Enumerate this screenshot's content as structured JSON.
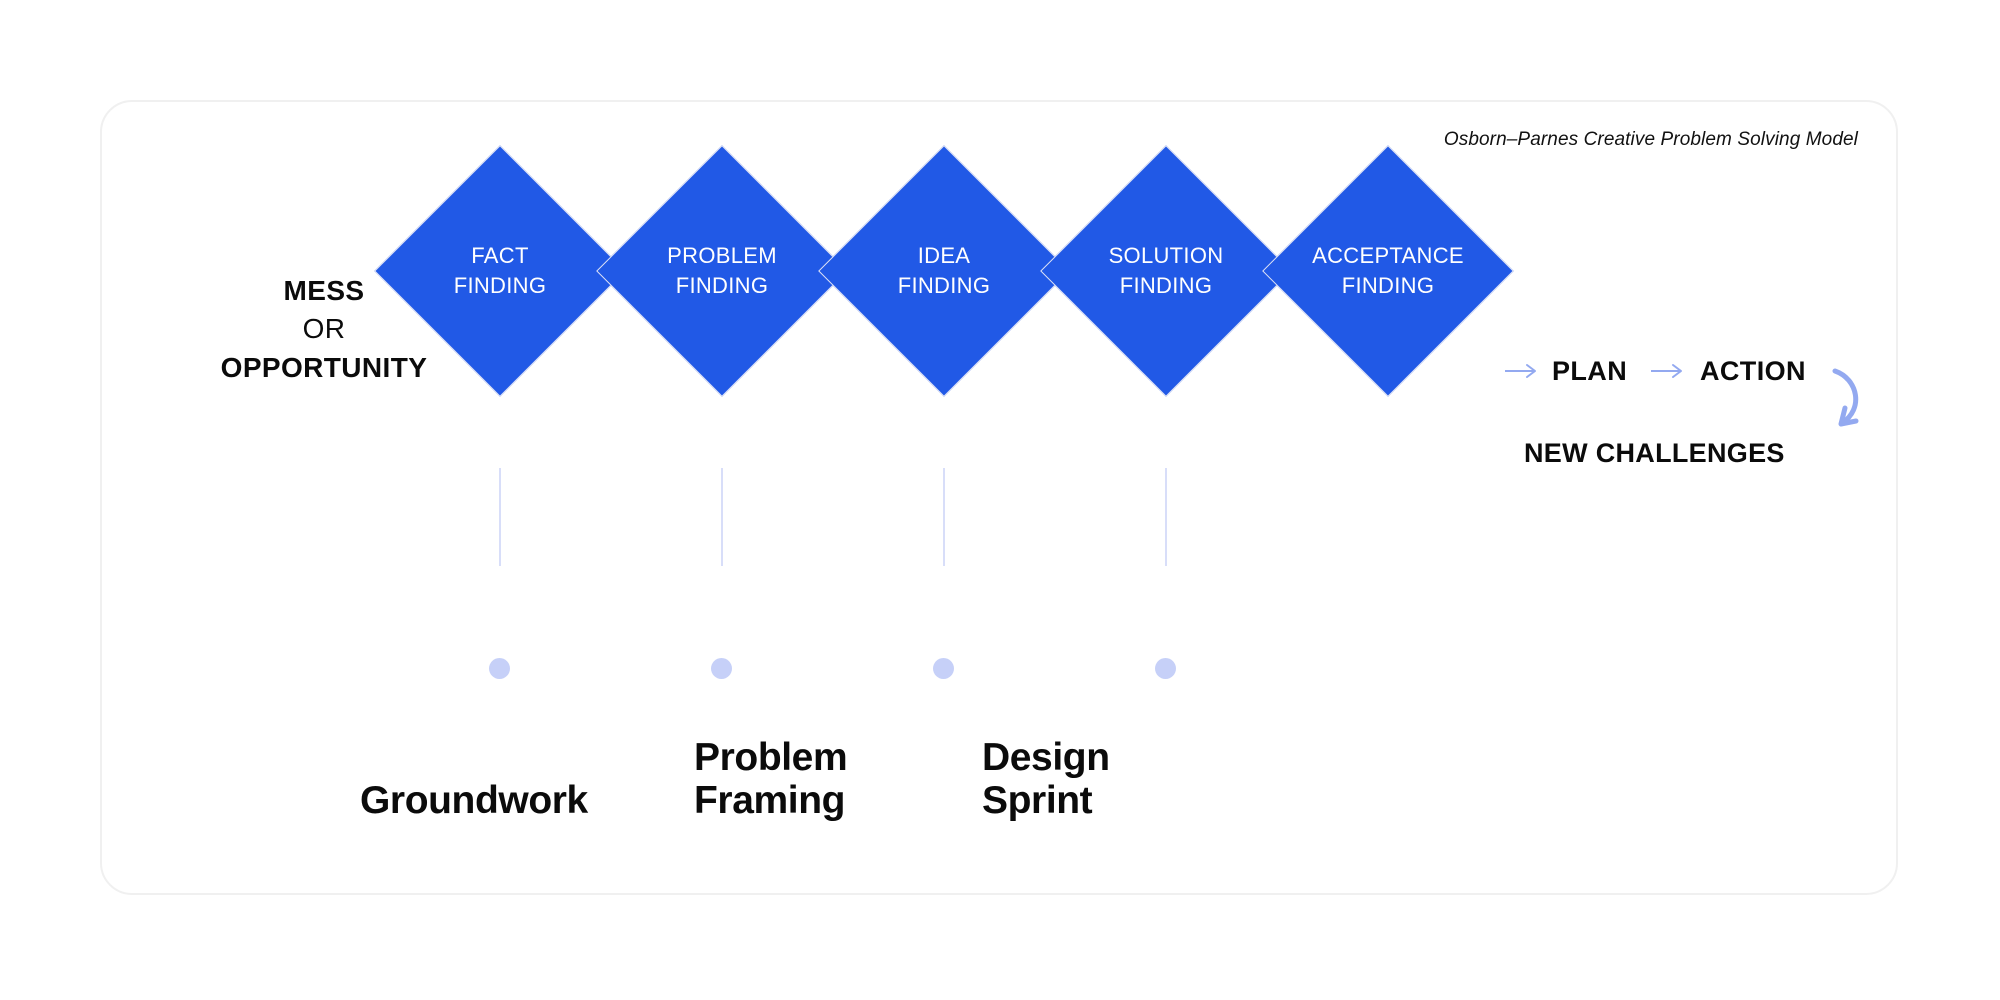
{
  "caption": "Osborn–Parnes Creative Problem Solving Model",
  "colors": {
    "diamond_blue": "#2159E6",
    "arrow_blue": "#93A9F0",
    "connector_line": "#d8def9",
    "connector_dot": "#c6d0f8",
    "card_border": "#f0f0f0",
    "text_dark": "#0b0b0b",
    "diamond_text": "#ffffff"
  },
  "entry": {
    "line1": "MESS",
    "line2": "OR",
    "line3": "OPPORTUNITY",
    "arrow_icon": "arrow-right-icon"
  },
  "stages": [
    {
      "line1": "FACT",
      "line2": "FINDING"
    },
    {
      "line1": "PROBLEM",
      "line2": "FINDING"
    },
    {
      "line1": "IDEA",
      "line2": "FINDING"
    },
    {
      "line1": "SOLUTION",
      "line2": "FINDING"
    },
    {
      "line1": "ACCEPTANCE",
      "line2": "FINDING"
    }
  ],
  "tail": {
    "arrow_before_plan": "arrow-right-icon",
    "plan": "PLAN",
    "arrow_between": "arrow-right-icon",
    "action": "ACTION",
    "loop_arrow": "curved-arrow-down-left-icon",
    "new_challenges": "NEW CHALLENGES"
  },
  "phases": [
    {
      "label": "Groundwork"
    },
    {
      "label": "Problem\nFraming"
    },
    {
      "label": "Design\nSprint"
    }
  ]
}
